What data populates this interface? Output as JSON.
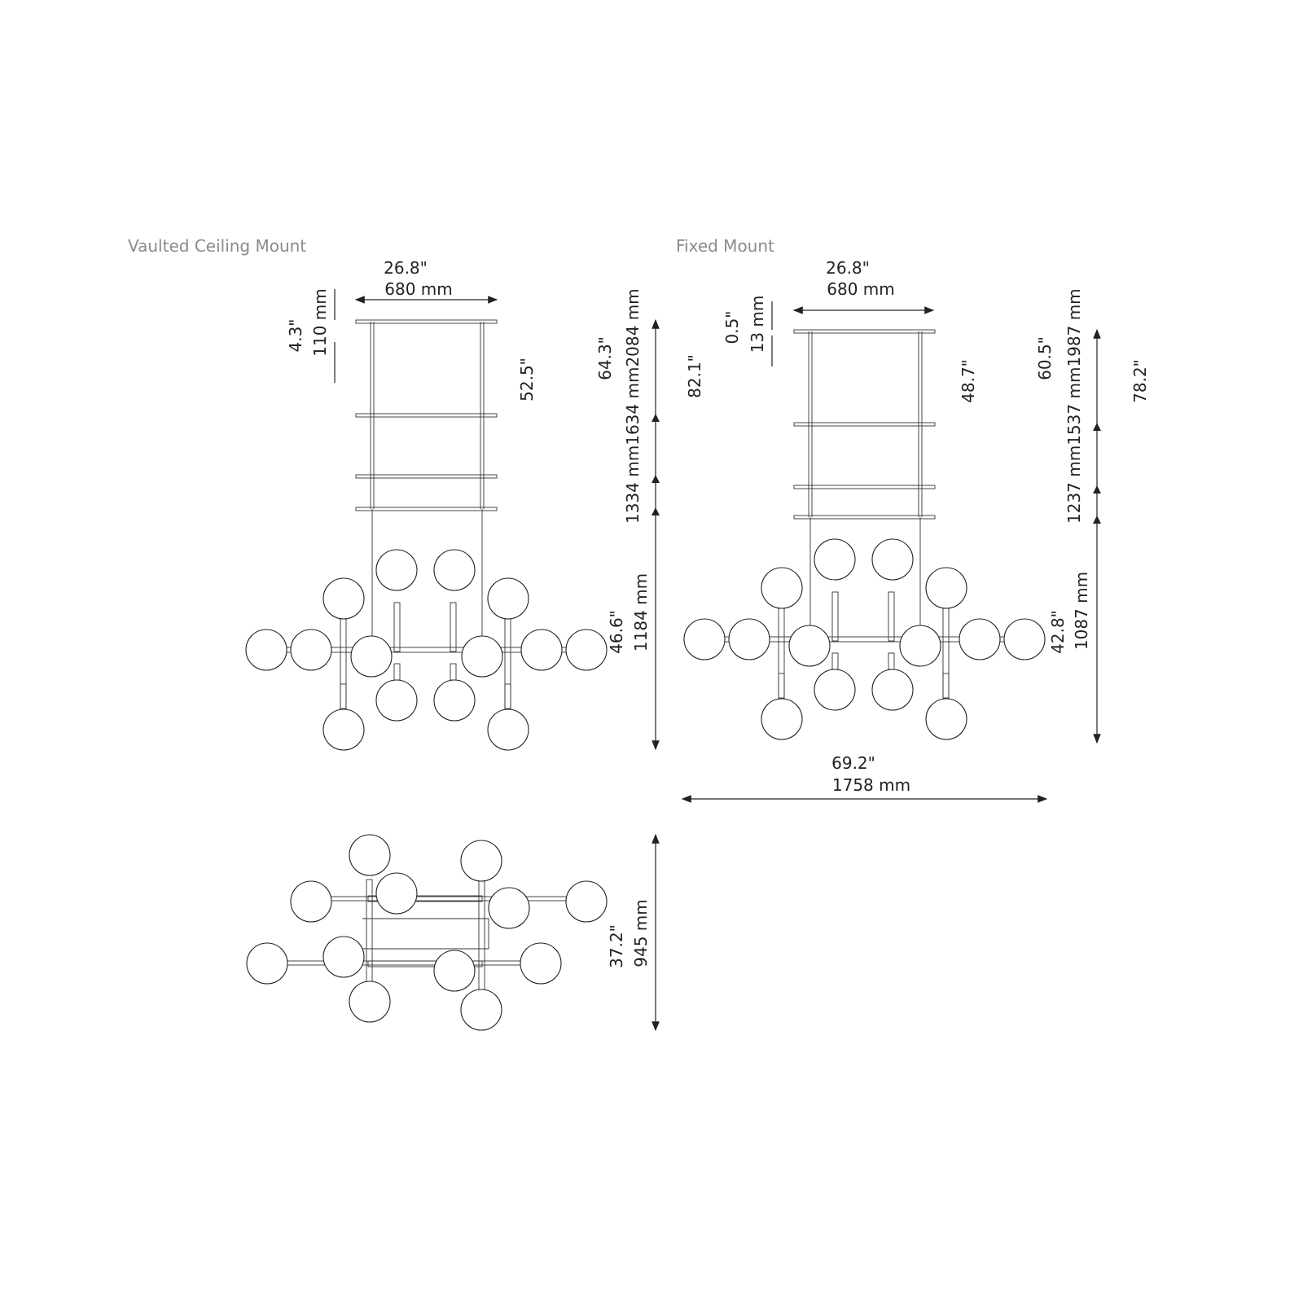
{
  "views": {
    "vaulted": {
      "title": "Vaulted Ceiling Mount",
      "width_in": "26.8\"",
      "width_mm": "680 mm",
      "canopy_in": "4.3\"",
      "canopy_mm": "110 mm",
      "chain_in": "52.5\"",
      "heights_in": "64.3\"",
      "heights_mm": "1334 mm1634 mm2084 mm",
      "overall_in": "82.1\"",
      "body_in": "46.6\"",
      "body_mm": "1184 mm"
    },
    "fixed": {
      "title": "Fixed Mount",
      "width_in": "26.8\"",
      "width_mm": "680 mm",
      "canopy_in": "0.5\"",
      "canopy_mm": "13 mm",
      "rod_in": "48.7\"",
      "heights_in": "60.5\"",
      "heights_mm": "1237 mm1537 mm1987 mm",
      "overall_in": "78.2\"",
      "body_in": "42.8\"",
      "body_mm": "1087 mm",
      "span_in": "69.2\"",
      "span_mm": "1758 mm"
    },
    "plan": {
      "depth_in": "37.2\"",
      "depth_mm": "945 mm"
    }
  }
}
